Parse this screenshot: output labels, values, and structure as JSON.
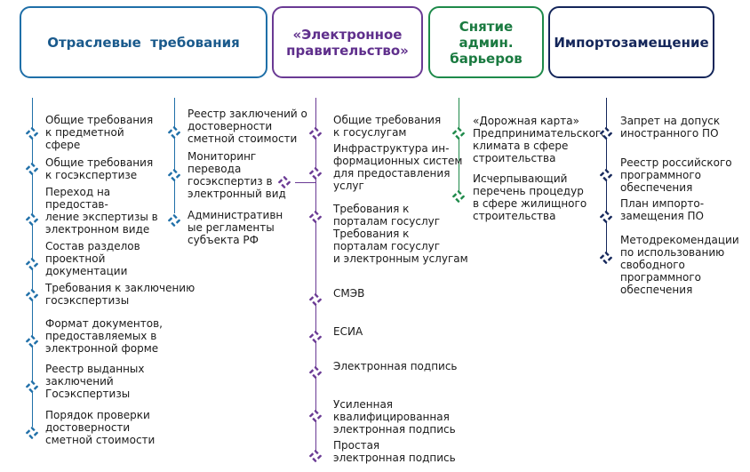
{
  "colors": {
    "industry": "#1f6fa8",
    "egov": "#6a3a94",
    "barriers": "#1e8a4a",
    "import": "#14265a"
  },
  "headers": {
    "industry": "Отраслевые  требования",
    "egov_line1": "«Электронное",
    "egov_line2": "правительство»",
    "barriers_line1": "Снятие",
    "barriers_line2": "админ.",
    "barriers_line3": "барьеров",
    "import": "Импортозамещение"
  },
  "industry_col1": [
    "Общие требования\nк предметной\nсфере",
    "Общие требования\nк госэкспертизе",
    "Переход на\nпредостав-\nление экспертизы в\nэлектронном виде",
    "Состав разделов\nпроектной\nдокументации",
    "Требования к заключению\nгосэкспертизы",
    "Формат документов,\nпредоставляемых в\nэлектронной форме",
    "Реестр выданных\nзаключений\nГосэкспертизы",
    "Порядок проверки\nдостоверности\nсметной стоимости"
  ],
  "industry_col2": [
    "Реестр заключений о\nдостоверности\nсметной стоимости",
    "Мониторинг\nперевода\nгосэкспертиз в\nэлектронный вид",
    "Административн\nые регламенты\nсубъекта РФ"
  ],
  "egov": [
    "Общие требования\nк госуслугам",
    "Инфраструктура ин-\nформационных систем\nдля предоставления\nуслуг",
    "Требования к\nпорталам госуслуг\nТребования к\nпорталам госуслуг\nи электронным услугам",
    "СМЭВ",
    "ЕСИА",
    "Электронная подпись",
    "Усиленная\nквалифицированная\nэлектронная подпись",
    "Простая\nэлектронная подпись"
  ],
  "barriers": [
    "«Дорожная карта»\nПредпринимательского\nклимата в сфере\nстроительства",
    "Исчерпывающий\nперечень процедур\nв сфере жилищного\nстроительства"
  ],
  "import": [
    "Запрет на допуск\nиностранного ПО",
    "Реестр российского\nпрограммного\nобеспечения",
    "План импорто-\nзамещения ПО",
    "Методрекомендации\nпо использованию\nсвободного\nпрограммного\nобеспечения"
  ]
}
